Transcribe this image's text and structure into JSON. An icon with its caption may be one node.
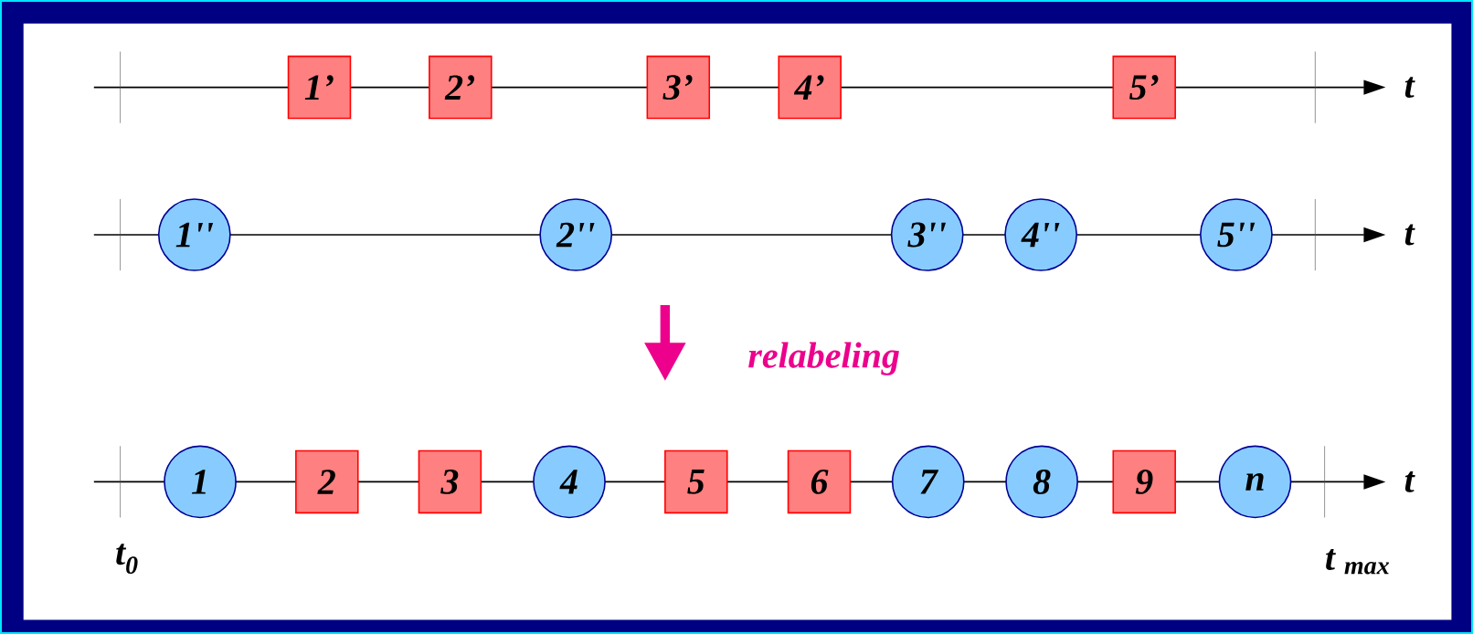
{
  "diagram": {
    "nodes": [
      {
        "text": [
          "1’"
        ]
      },
      {
        "text": [
          "2’"
        ]
      },
      {
        "text": [
          "3’"
        ]
      },
      {
        "text": [
          "4’"
        ]
      },
      {
        "text": [
          "5’"
        ]
      },
      {
        "text": [
          "1''"
        ]
      },
      {
        "text": [
          "2''"
        ]
      },
      {
        "text": [
          "3''"
        ]
      },
      {
        "text": [
          "4''"
        ]
      },
      {
        "text": [
          "5''"
        ]
      },
      {
        "text": [
          "1"
        ]
      },
      {
        "text": [
          "2"
        ]
      },
      {
        "text": [
          "3"
        ]
      },
      {
        "text": [
          "4"
        ]
      },
      {
        "text": [
          "5"
        ]
      },
      {
        "text": [
          "6"
        ]
      },
      {
        "text": [
          "7"
        ]
      },
      {
        "text": [
          "8"
        ]
      },
      {
        "text": [
          "9"
        ]
      },
      {
        "text": [
          "n"
        ]
      }
    ],
    "edges": [],
    "labels": [
      "t",
      "t",
      "relabeling",
      "t",
      "t$_{0}$",
      "t $_{max}$"
    ]
  }
}
